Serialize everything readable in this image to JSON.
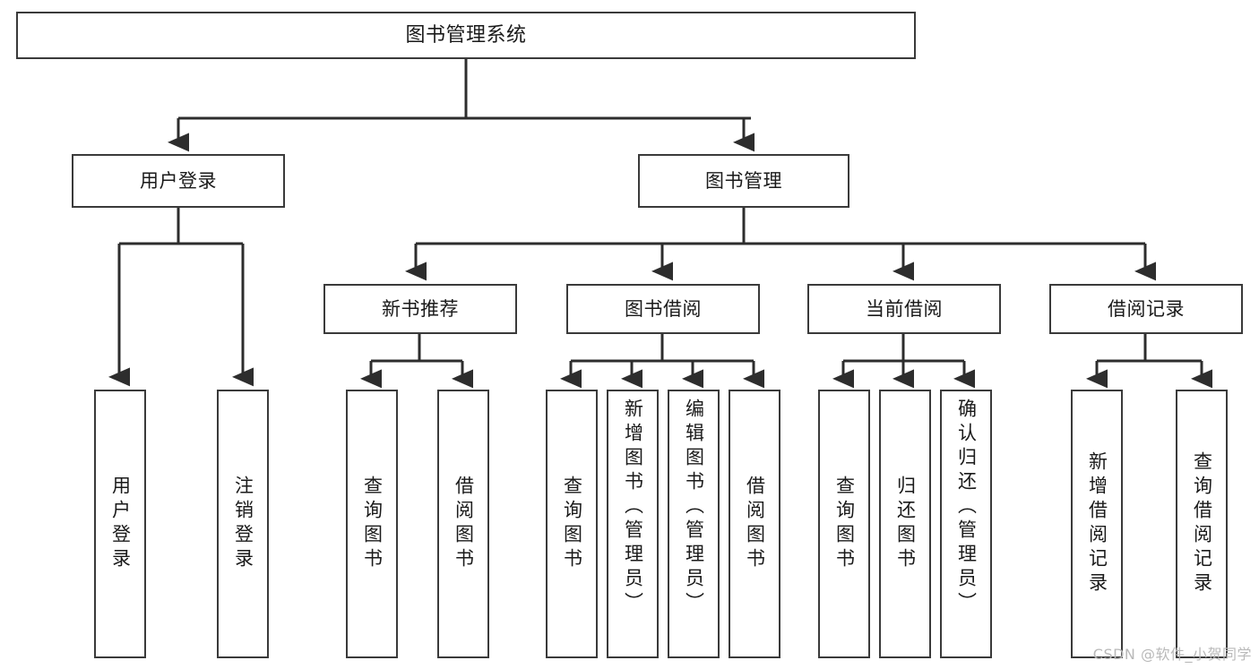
{
  "diagram": {
    "title": "图书管理系统",
    "type": "tree-hierarchy",
    "watermark": "CSDN @软件_小贺同学",
    "colors": {
      "background": "#ffffff",
      "node_border": "#3a3a3a",
      "node_fill": "#ffffff",
      "edge": "#2d2d2d",
      "text": "#1a1a1a",
      "watermark": "#b9b9b9"
    },
    "levels": {
      "root": {
        "id": "root",
        "label": "图书管理系统"
      },
      "level2": [
        {
          "id": "user-login",
          "label": "用户登录"
        },
        {
          "id": "book-manage",
          "label": "图书管理"
        }
      ],
      "level3": [
        {
          "id": "new-book-recommend",
          "label": "新书推荐"
        },
        {
          "id": "book-borrow",
          "label": "图书借阅"
        },
        {
          "id": "current-borrow",
          "label": "当前借阅"
        },
        {
          "id": "borrow-record",
          "label": "借阅记录"
        }
      ],
      "leaves": [
        {
          "id": "leaf-user-login",
          "label": "用户登录",
          "parent": "user-login"
        },
        {
          "id": "leaf-logout-login",
          "label": "注销登录",
          "parent": "user-login"
        },
        {
          "id": "leaf-query-book-1",
          "label": "查询图书",
          "parent": "new-book-recommend"
        },
        {
          "id": "leaf-borrow-book-1",
          "label": "借阅图书",
          "parent": "new-book-recommend"
        },
        {
          "id": "leaf-query-book-2",
          "label": "查询图书",
          "parent": "book-borrow"
        },
        {
          "id": "leaf-add-book",
          "label": "新增图书（管理员）",
          "parent": "book-borrow"
        },
        {
          "id": "leaf-edit-book",
          "label": "编辑图书（管理员）",
          "parent": "book-borrow"
        },
        {
          "id": "leaf-borrow-book-2",
          "label": "借阅图书",
          "parent": "book-borrow"
        },
        {
          "id": "leaf-query-book-3",
          "label": "查询图书",
          "parent": "current-borrow"
        },
        {
          "id": "leaf-return-book",
          "label": "归还图书",
          "parent": "current-borrow"
        },
        {
          "id": "leaf-confirm-return",
          "label": "确认归还（管理员）",
          "parent": "current-borrow"
        },
        {
          "id": "leaf-add-record",
          "label": "新增借阅记录",
          "parent": "borrow-record"
        },
        {
          "id": "leaf-query-record",
          "label": "查询借阅记录",
          "parent": "borrow-record"
        }
      ]
    }
  }
}
